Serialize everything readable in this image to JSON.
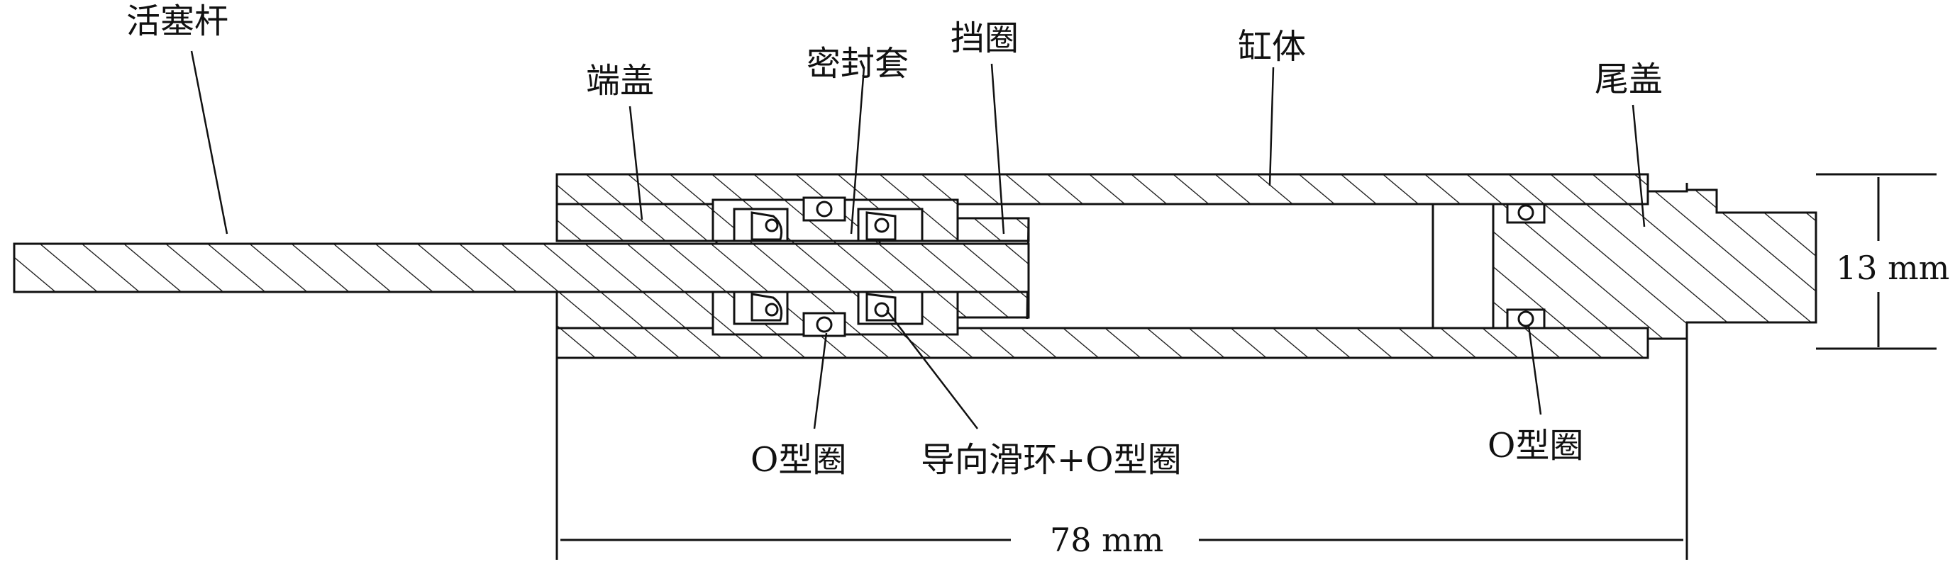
{
  "labels": {
    "piston_rod": "活塞杆",
    "end_cap": "端盖",
    "seal_sleeve": "密封套",
    "retaining_ring": "挡圈",
    "cylinder_body": "缸体",
    "tail_cap": "尾盖",
    "o_ring_left": "O型圈",
    "guide_ring_o_ring": "导向滑环+O型圈",
    "o_ring_right": "O型圈"
  },
  "dimensions": {
    "length": "78 mm",
    "height": "13 mm"
  },
  "colors": {
    "line": "#111111",
    "background": "#ffffff"
  }
}
